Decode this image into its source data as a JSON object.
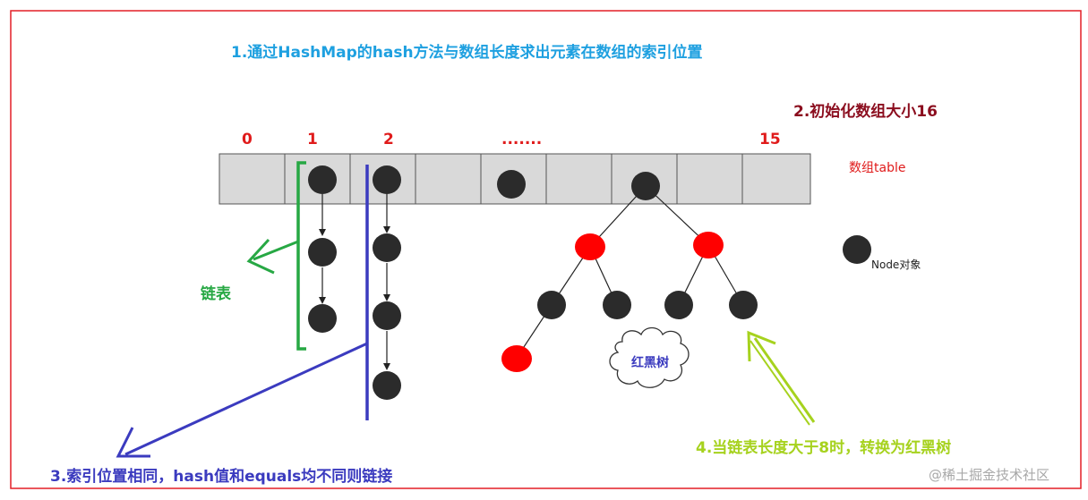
{
  "titles": {
    "step1": "1.通过HashMap的hash方法与数组长度求出元素在数组的索引位置",
    "step2": "2.初始化数组大小16",
    "step3": "3.索引位置相同，hash值和equals均不同则链接",
    "step4": "4.当链表长度大于8时，转换为红黑树"
  },
  "array": {
    "indices": [
      "0",
      "1",
      "2",
      ".......",
      "15"
    ],
    "label": "数组table"
  },
  "labels": {
    "linked_list": "链表",
    "red_black_tree": "红黑树",
    "node_object": "Node对象"
  },
  "watermark": "@稀土掘金技术社区",
  "colors": {
    "border": "#e31f26",
    "step1": "#1ea0e0",
    "step2": "#8b0d1e",
    "index": "#e01b1b",
    "table_label": "#e01b1b",
    "linked": "#27a844",
    "step3": "#3b3bbf",
    "step4": "#a6d21e",
    "tree_label": "#3b3bbf",
    "node_black": "#2b2b2b",
    "node_red": "#ff0000",
    "cell_fill": "#d9d9d9"
  }
}
